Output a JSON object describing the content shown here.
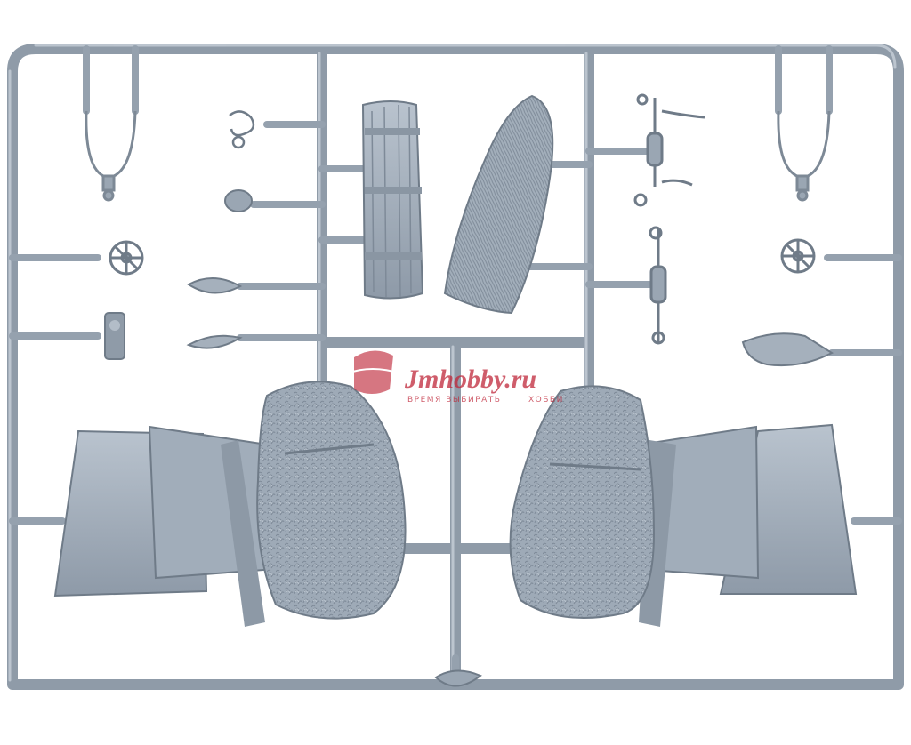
{
  "watermark": {
    "brand": "Jmhobby.ru",
    "tagline_left": "ВРЕМЯ ВЫБИРАТЬ",
    "tagline_right": "ХОББИ",
    "logo_icon": "hat-logo-icon",
    "brand_color": "#c0283a"
  },
  "colors": {
    "plastic": "#9aa6b3",
    "plastic_light": "#b7c1cc",
    "plastic_dark": "#6f7b88",
    "background": "#ffffff"
  }
}
